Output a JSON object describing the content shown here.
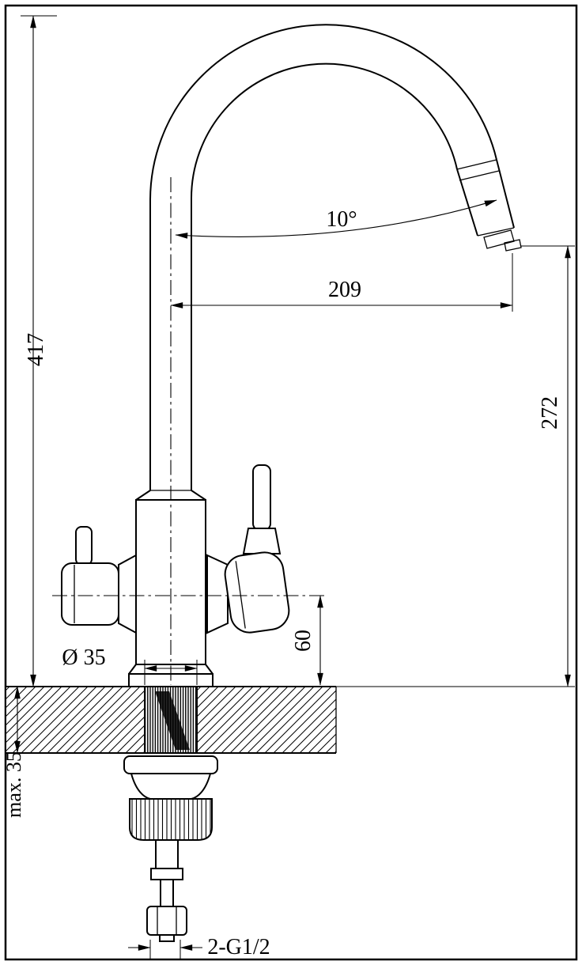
{
  "drawing": {
    "subject": "kitchen-faucet-installation-dimension-drawing",
    "dimensions": {
      "overall_height": "417",
      "spout_reach": "209",
      "spout_outlet_height": "272",
      "aerator_angle": "10°",
      "body_to_deck": "60",
      "base_diameter": "Ø 35",
      "max_deck_thickness": "max. 35",
      "inlet_thread": "2-G1/2"
    }
  }
}
